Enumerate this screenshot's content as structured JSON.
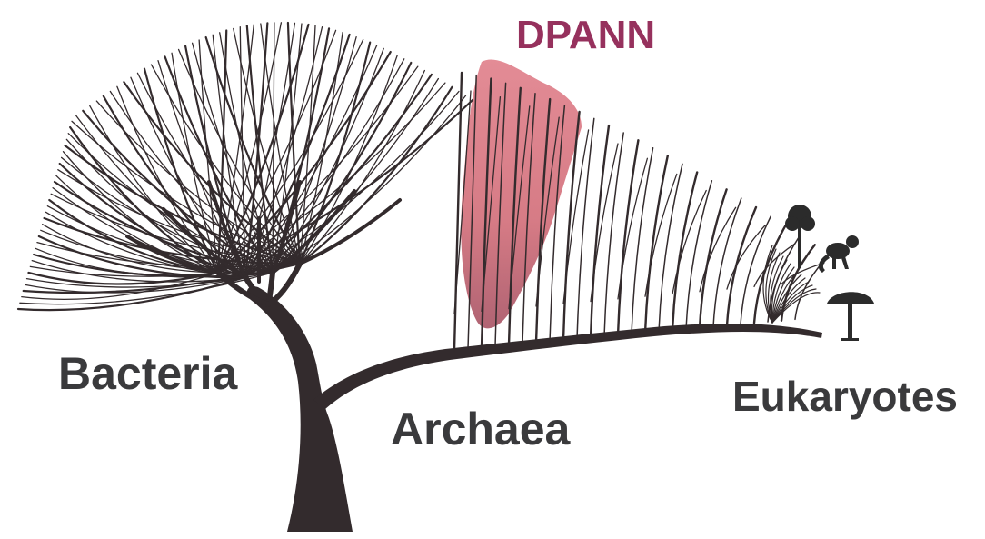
{
  "labels": {
    "bacteria": "Bacteria",
    "archaea": "Archaea",
    "eukaryotes": "Eukaryotes",
    "dpann": "DPANN"
  },
  "colors": {
    "tree": "#332b2d",
    "label_text": "#3a3a3c",
    "dpann_highlight": "#cf6470",
    "dpann_text": "#96315d",
    "background": "#ffffff"
  },
  "icons": [
    "tree-icon",
    "monkey-icon",
    "mushroom-icon"
  ]
}
